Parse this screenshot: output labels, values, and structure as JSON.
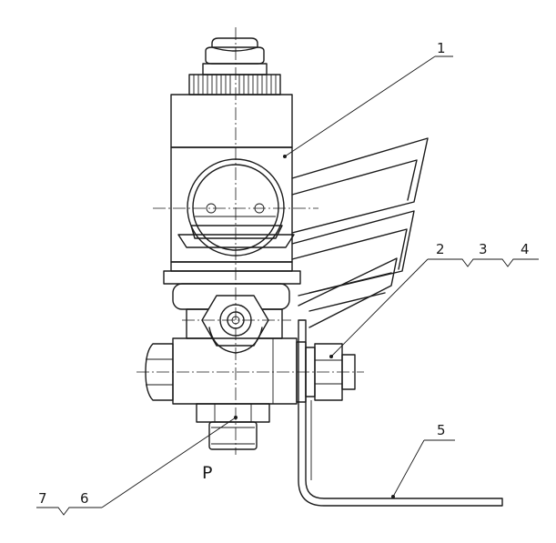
{
  "callouts": {
    "c1": "1",
    "c2": "2",
    "c3": "3",
    "c4": "4",
    "c5": "5",
    "c6": "6",
    "c7": "7"
  },
  "port_label": "P"
}
